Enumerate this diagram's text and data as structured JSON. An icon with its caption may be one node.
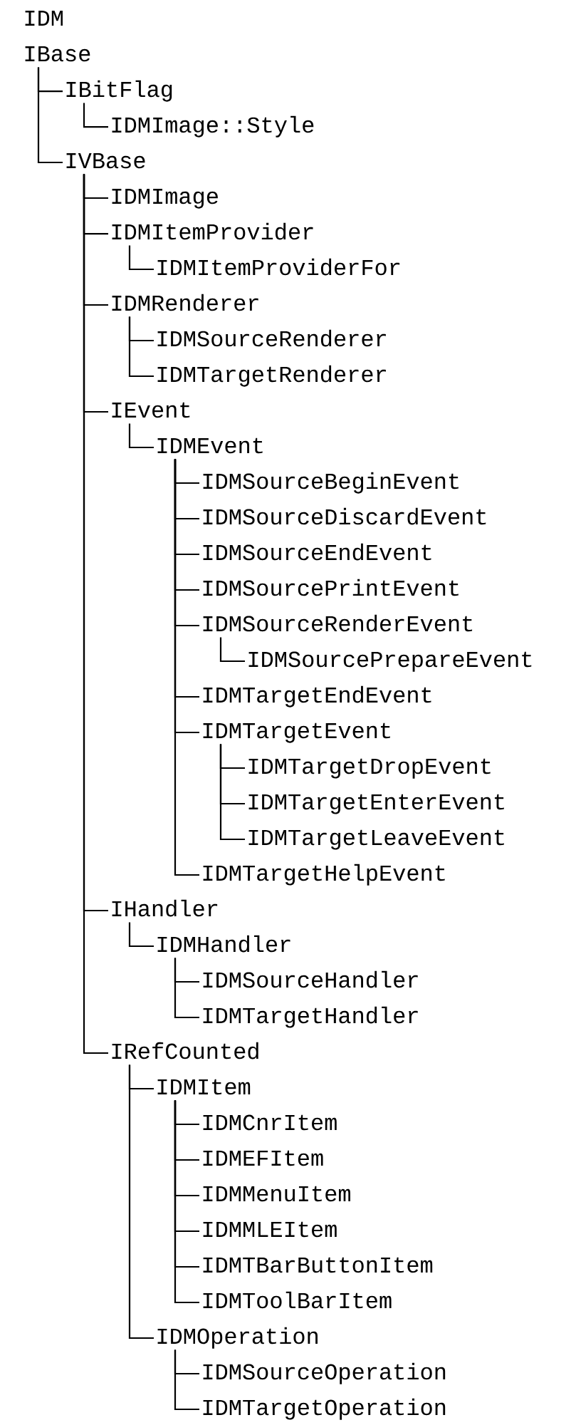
{
  "diagram": {
    "title": "IDM",
    "nodes": [
      {
        "text": [
          "IBase"
        ]
      },
      {
        "text": [
          "IBitFlag"
        ]
      },
      {
        "text": [
          "IDMImage::Style"
        ]
      },
      {
        "text": [
          "IVBase"
        ]
      },
      {
        "text": [
          "IDMImage"
        ]
      },
      {
        "text": [
          "IDMItemProvider"
        ]
      },
      {
        "text": [
          "IDMItemProviderFor"
        ]
      },
      {
        "text": [
          "IDMRenderer"
        ]
      },
      {
        "text": [
          "IDMSourceRenderer"
        ]
      },
      {
        "text": [
          "IDMTargetRenderer"
        ]
      },
      {
        "text": [
          "IEvent"
        ]
      },
      {
        "text": [
          "IDMEvent"
        ]
      },
      {
        "text": [
          "IDMSourceBeginEvent"
        ]
      },
      {
        "text": [
          "IDMSourceDiscardEvent"
        ]
      },
      {
        "text": [
          "IDMSourceEndEvent"
        ]
      },
      {
        "text": [
          "IDMSourcePrintEvent"
        ]
      },
      {
        "text": [
          "IDMSourceRenderEvent"
        ]
      },
      {
        "text": [
          "IDMSourcePrepareEvent"
        ]
      },
      {
        "text": [
          "IDMTargetEndEvent"
        ]
      },
      {
        "text": [
          "IDMTargetEvent"
        ]
      },
      {
        "text": [
          "IDMTargetDropEvent"
        ]
      },
      {
        "text": [
          "IDMTargetEnterEvent"
        ]
      },
      {
        "text": [
          "IDMTargetLeaveEvent"
        ]
      },
      {
        "text": [
          "IDMTargetHelpEvent"
        ]
      },
      {
        "text": [
          "IHandler"
        ]
      },
      {
        "text": [
          "IDMHandler"
        ]
      },
      {
        "text": [
          "IDMSourceHandler"
        ]
      },
      {
        "text": [
          "IDMTargetHandler"
        ]
      },
      {
        "text": [
          "IRefCounted"
        ]
      },
      {
        "text": [
          "IDMItem"
        ]
      },
      {
        "text": [
          "IDMCnrItem"
        ]
      },
      {
        "text": [
          "IDMEFItem"
        ]
      },
      {
        "text": [
          "IDMMenuItem"
        ]
      },
      {
        "text": [
          "IDMMLEItem"
        ]
      },
      {
        "text": [
          "IDMTBarButtonItem"
        ]
      },
      {
        "text": [
          "IDMToolBarItem"
        ]
      },
      {
        "text": [
          "IDMOperation"
        ]
      },
      {
        "text": [
          "IDMSourceOperation"
        ]
      },
      {
        "text": [
          "IDMTargetOperation"
        ]
      }
    ],
    "edges": [
      {
        "from": 0,
        "to": 1,
        "arrow": "none"
      },
      {
        "from": 1,
        "to": 2,
        "arrow": "none"
      },
      {
        "from": 0,
        "to": 3,
        "arrow": "none"
      },
      {
        "from": 3,
        "to": 4,
        "arrow": "none"
      },
      {
        "from": 3,
        "to": 5,
        "arrow": "none"
      },
      {
        "from": 5,
        "to": 6,
        "arrow": "none"
      },
      {
        "from": 3,
        "to": 7,
        "arrow": "none"
      },
      {
        "from": 7,
        "to": 8,
        "arrow": "none"
      },
      {
        "from": 7,
        "to": 9,
        "arrow": "none"
      },
      {
        "from": 3,
        "to": 10,
        "arrow": "none"
      },
      {
        "from": 10,
        "to": 11,
        "arrow": "none"
      },
      {
        "from": 11,
        "to": 12,
        "arrow": "none"
      },
      {
        "from": 11,
        "to": 13,
        "arrow": "none"
      },
      {
        "from": 11,
        "to": 14,
        "arrow": "none"
      },
      {
        "from": 11,
        "to": 15,
        "arrow": "none"
      },
      {
        "from": 11,
        "to": 16,
        "arrow": "none"
      },
      {
        "from": 16,
        "to": 17,
        "arrow": "none"
      },
      {
        "from": 11,
        "to": 18,
        "arrow": "none"
      },
      {
        "from": 11,
        "to": 19,
        "arrow": "none"
      },
      {
        "from": 19,
        "to": 20,
        "arrow": "none"
      },
      {
        "from": 19,
        "to": 21,
        "arrow": "none"
      },
      {
        "from": 19,
        "to": 22,
        "arrow": "none"
      },
      {
        "from": 11,
        "to": 23,
        "arrow": "none"
      },
      {
        "from": 3,
        "to": 24,
        "arrow": "none"
      },
      {
        "from": 24,
        "to": 25,
        "arrow": "none"
      },
      {
        "from": 25,
        "to": 26,
        "arrow": "none"
      },
      {
        "from": 25,
        "to": 27,
        "arrow": "none"
      },
      {
        "from": 3,
        "to": 28,
        "arrow": "none"
      },
      {
        "from": 28,
        "to": 29,
        "arrow": "none"
      },
      {
        "from": 29,
        "to": 30,
        "arrow": "none"
      },
      {
        "from": 29,
        "to": 31,
        "arrow": "none"
      },
      {
        "from": 29,
        "to": 32,
        "arrow": "none"
      },
      {
        "from": 29,
        "to": 33,
        "arrow": "none"
      },
      {
        "from": 29,
        "to": 34,
        "arrow": "none"
      },
      {
        "from": 29,
        "to": 35,
        "arrow": "none"
      },
      {
        "from": 28,
        "to": 36,
        "arrow": "none"
      },
      {
        "from": 36,
        "to": 37,
        "arrow": "none"
      },
      {
        "from": 36,
        "to": 38,
        "arrow": "none"
      }
    ]
  }
}
